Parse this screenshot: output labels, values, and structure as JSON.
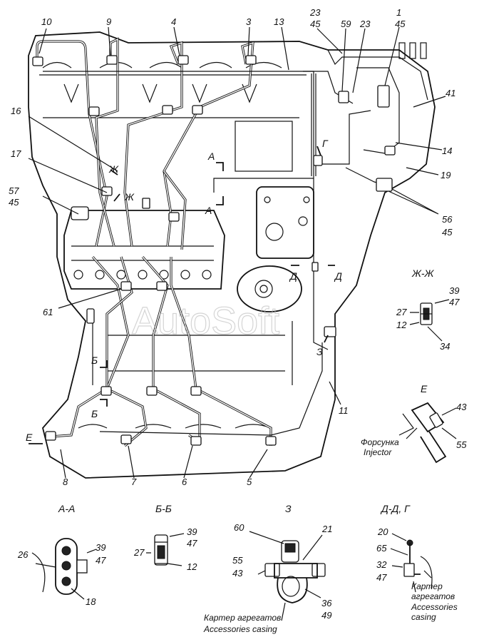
{
  "watermark": "AutoSoft",
  "main_callouts": {
    "n10": "10",
    "n9": "9",
    "n4": "4",
    "n3": "3",
    "n13": "13",
    "n23a": "23",
    "n45a": "45",
    "n59": "59",
    "n23b": "23",
    "n1": "1",
    "n45b": "45",
    "n41": "41",
    "n14": "14",
    "n19": "19",
    "n56": "56",
    "n45c": "45",
    "n16": "16",
    "n17": "17",
    "n57": "57",
    "n45d": "45",
    "n61": "61",
    "n11": "11",
    "n8": "8",
    "n7": "7",
    "n6": "6",
    "n5": "5"
  },
  "section_marks": {
    "a_top": "А",
    "a_bottom": "А",
    "zh_top": "Ж",
    "zh_bottom": "Ж",
    "g": "Г",
    "d_left": "Д",
    "d_right": "Д",
    "z": "З",
    "b_top": "Б",
    "b_bottom": "Б",
    "e": "Е"
  },
  "views": {
    "zhzh": {
      "title": "Ж-Ж",
      "n39": "39",
      "n47": "47",
      "n27": "27",
      "n12": "12",
      "n34": "34"
    },
    "e": {
      "title": "Е",
      "n43": "43",
      "n55": "55",
      "caption_ru": "Форсунка",
      "caption_en": "Injector"
    },
    "aa": {
      "title": "А-А",
      "n26": "26",
      "n39": "39",
      "n47": "47",
      "n18": "18"
    },
    "bb": {
      "title": "Б-Б",
      "n39": "39",
      "n47": "47",
      "n27": "27",
      "n12": "12"
    },
    "z": {
      "title": "З",
      "n60": "60",
      "n21": "21",
      "n55": "55",
      "n43": "43",
      "n36": "36",
      "n49": "49",
      "caption_ru": "Картер агрегатов",
      "caption_en": "Accessories casing"
    },
    "dd": {
      "title": "Д-Д, Г",
      "n20": "20",
      "n65": "65",
      "n32": "32",
      "n47": "47",
      "caption_ru_1": "Картер",
      "caption_ru_2": "агрегатов",
      "caption_en_1": "Accessories",
      "caption_en_2": "casing"
    }
  }
}
